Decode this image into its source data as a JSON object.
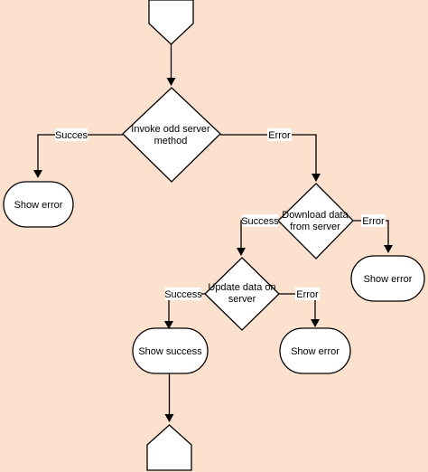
{
  "colors": {
    "background": "#fde1cf",
    "node_fill": "#ffffff",
    "stroke": "#000000",
    "text": "#000000"
  },
  "nodes": {
    "invoke_server": {
      "line1": "Invoke odd server",
      "line2": "method"
    },
    "show_error_left": {
      "label": "Show error"
    },
    "download_data": {
      "line1": "Download data",
      "line2": "from server"
    },
    "show_error_right": {
      "label": "Show error"
    },
    "update_data": {
      "line1": "Update data on",
      "line2": "server"
    },
    "show_success": {
      "label": "Show success"
    },
    "show_error_bottom": {
      "label": "Show error"
    }
  },
  "edges": {
    "invoke_success": "Succes",
    "invoke_error": "Error",
    "download_success": "Success",
    "download_error": "Error",
    "update_success": "Success",
    "update_error": "Error"
  }
}
